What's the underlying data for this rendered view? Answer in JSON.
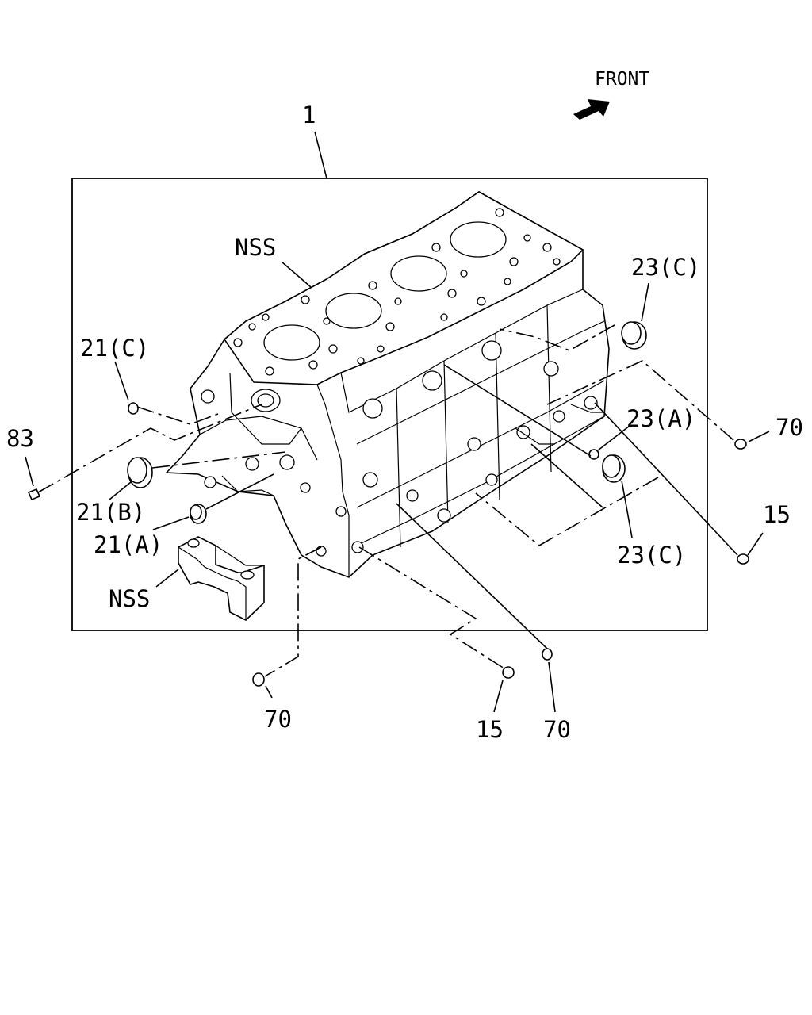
{
  "labels": {
    "front": "FRONT",
    "p1": "1",
    "nss_top": "NSS",
    "p23c_top": "23(C)",
    "p21c": "21(C)",
    "p83": "83",
    "p21b": "21(B)",
    "p21a": "21(A)",
    "nss_bottom": "NSS",
    "p23a": "23(A)",
    "p70_right": "70",
    "p15_right": "15",
    "p23c_bottom": "23(C)",
    "p70_bottom_left": "70",
    "p15_bottom": "15",
    "p70_bottom_right": "70"
  },
  "icons": {
    "front_arrow": "arrow-icon"
  },
  "colors": {
    "line": "#000000",
    "background": "#ffffff"
  }
}
